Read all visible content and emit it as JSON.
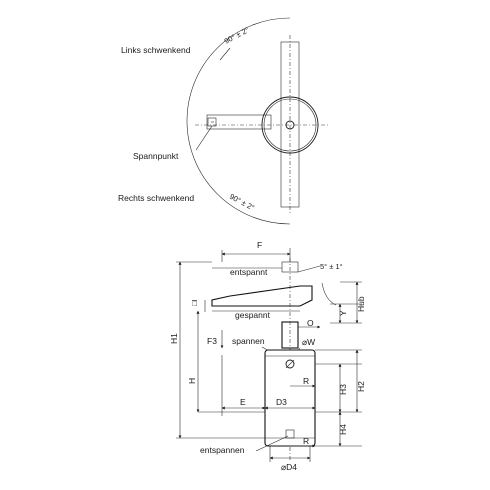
{
  "top_view": {
    "label_left": "Links schwenkend",
    "label_right": "Rechts schwenkend",
    "label_point": "Spannpunkt",
    "angle_top": "90° ± 2°",
    "angle_bottom": "90° ± 2°"
  },
  "side_view": {
    "dim_F": "F",
    "state_released": "entspannt",
    "angle_tilt": "5° ± 1°",
    "state_clamped": "gespannt",
    "dim_Hub": "Hub",
    "dim_Y": "Y",
    "dim_O": "O",
    "dim_square": "□I",
    "force_F3": "F3",
    "label_clamp": "spannen",
    "dim_W": "⌀W",
    "dim_H1": "H1",
    "dim_H": "H",
    "dim_R_top": "R",
    "dim_H3": "H3",
    "dim_H2": "H2",
    "dim_E": "E",
    "dim_D3": "D3",
    "dim_H4": "H4",
    "dim_R_bottom": "R",
    "label_unclamp": "entspannen",
    "dim_D4": "⌀D4"
  }
}
